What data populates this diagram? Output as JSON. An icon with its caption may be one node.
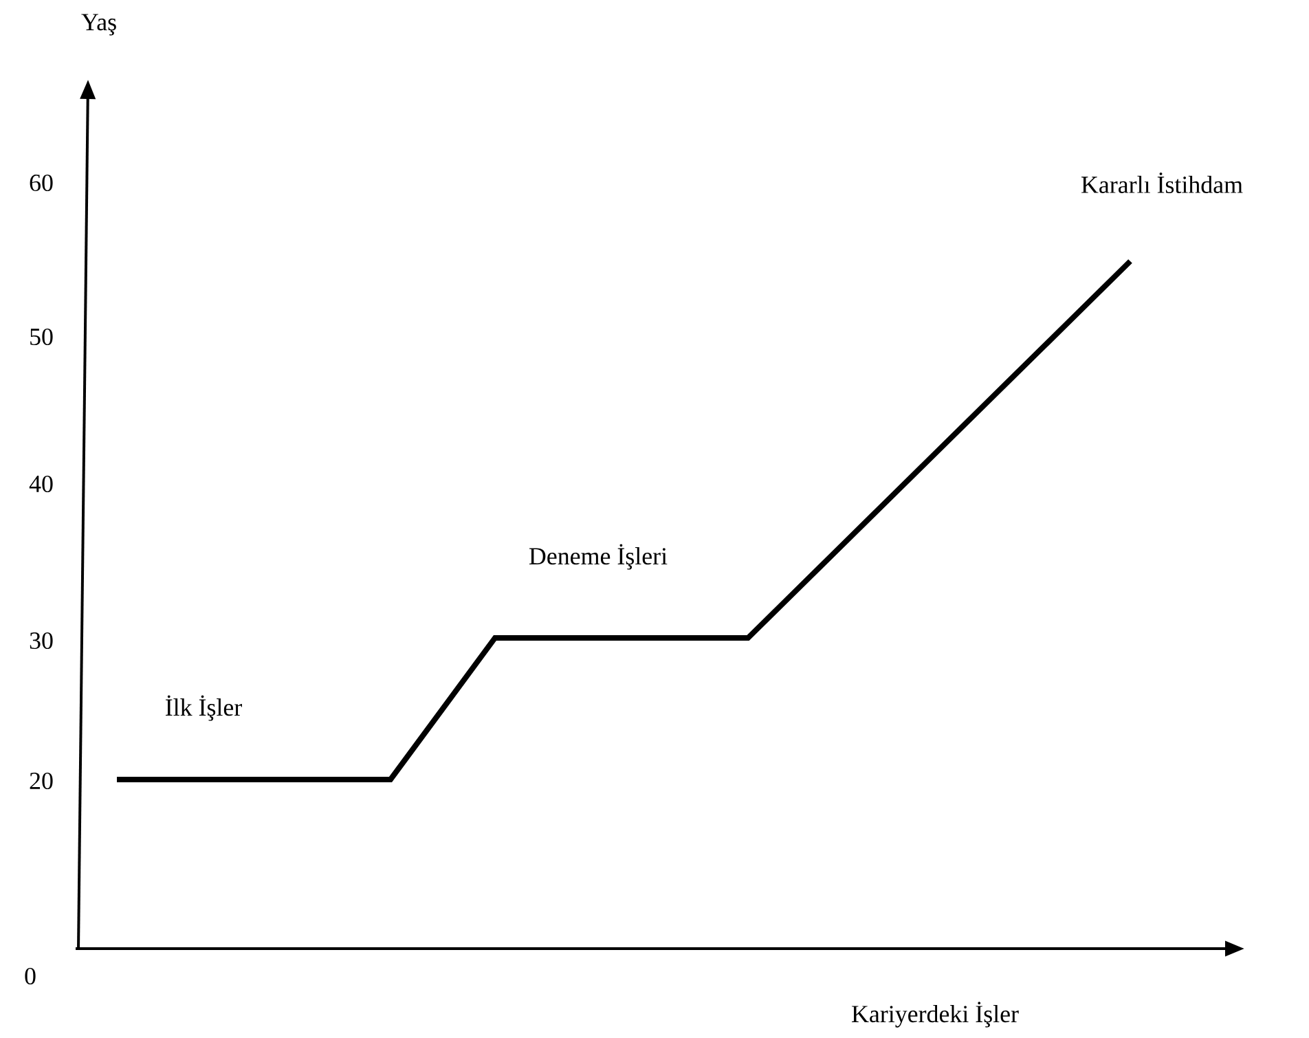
{
  "diagram": {
    "labels": [
      "Yaş",
      "60",
      "Kararlı İstihdam",
      "50",
      "40",
      "Deneme İşleri",
      "30",
      "İlk İşler",
      "20",
      "0",
      "Kariyerdeki İşler"
    ]
  }
}
